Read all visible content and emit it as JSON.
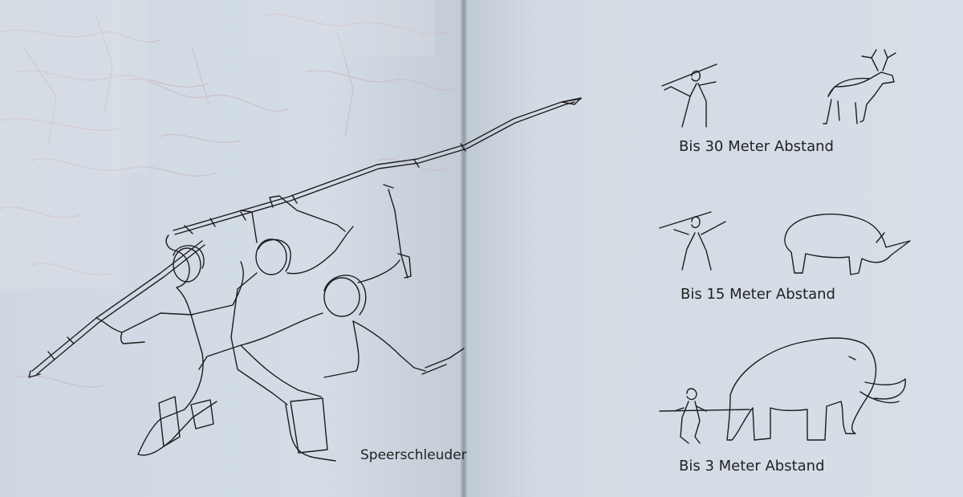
{
  "left_page": {
    "caption": "Speerschleuder"
  },
  "right_page": {
    "rows": [
      {
        "caption": "Bis 30 Meter Abstand",
        "animal": "deer-icon"
      },
      {
        "caption": "Bis 15 Meter Abstand",
        "animal": "rhinoceros-icon"
      },
      {
        "caption": "Bis 3 Meter Abstand",
        "animal": "mammoth-icon"
      }
    ]
  },
  "colors": {
    "paper": "#d4dde6",
    "ink": "#1c1c1c",
    "wall_sketch": "#c9b6be"
  }
}
